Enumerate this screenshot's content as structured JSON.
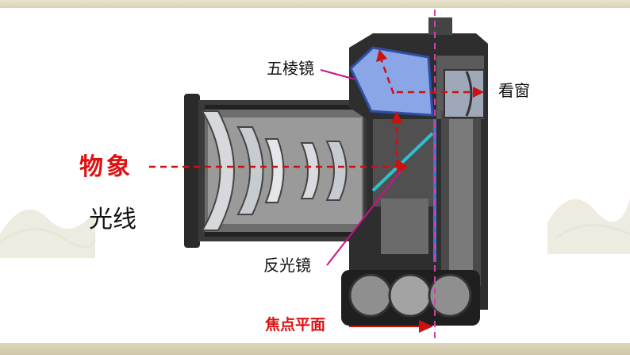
{
  "labels": {
    "pentaprism": "五棱镜",
    "viewfinder": "看窗",
    "object": "物象",
    "light": "光线",
    "mirror": "反光镜",
    "focal_plane": "焦点平面"
  },
  "colors": {
    "red_label": "#dd1111",
    "dark_label": "#111111",
    "pointer": "#cc1188",
    "light_path": "#cc1111",
    "prism_fill": "#8aa6e6",
    "mirror_line": "#2fbfcf",
    "sensor_line": "#3a76d8",
    "focal_line": "#cc44aa",
    "frame": "#d9d2b6"
  }
}
